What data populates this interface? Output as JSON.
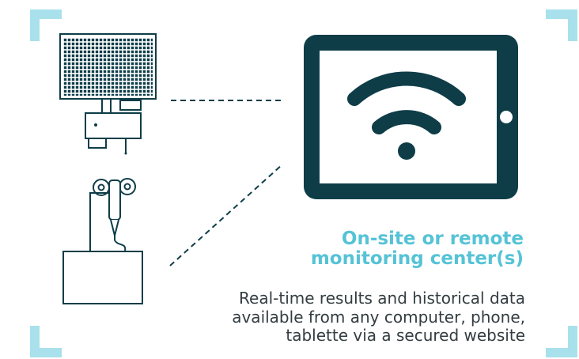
{
  "monitoring": {
    "heading_lines": [
      "On-site or remote",
      "monitoring center(s)"
    ]
  },
  "description": {
    "lines": [
      "Real-time results and historical data",
      "available from any computer, phone,",
      "tablette via a secured website"
    ]
  },
  "colors": {
    "accent": "#55c3d6",
    "corner_bracket": "#a8e1ec",
    "device_dark": "#0e3d48",
    "text": "#333d41"
  },
  "icons": {
    "station": "solar-panel-weather-station-icon",
    "anemometer": "anemometer-icon",
    "tablet": "tablet-icon",
    "wifi": "wifi-icon"
  }
}
